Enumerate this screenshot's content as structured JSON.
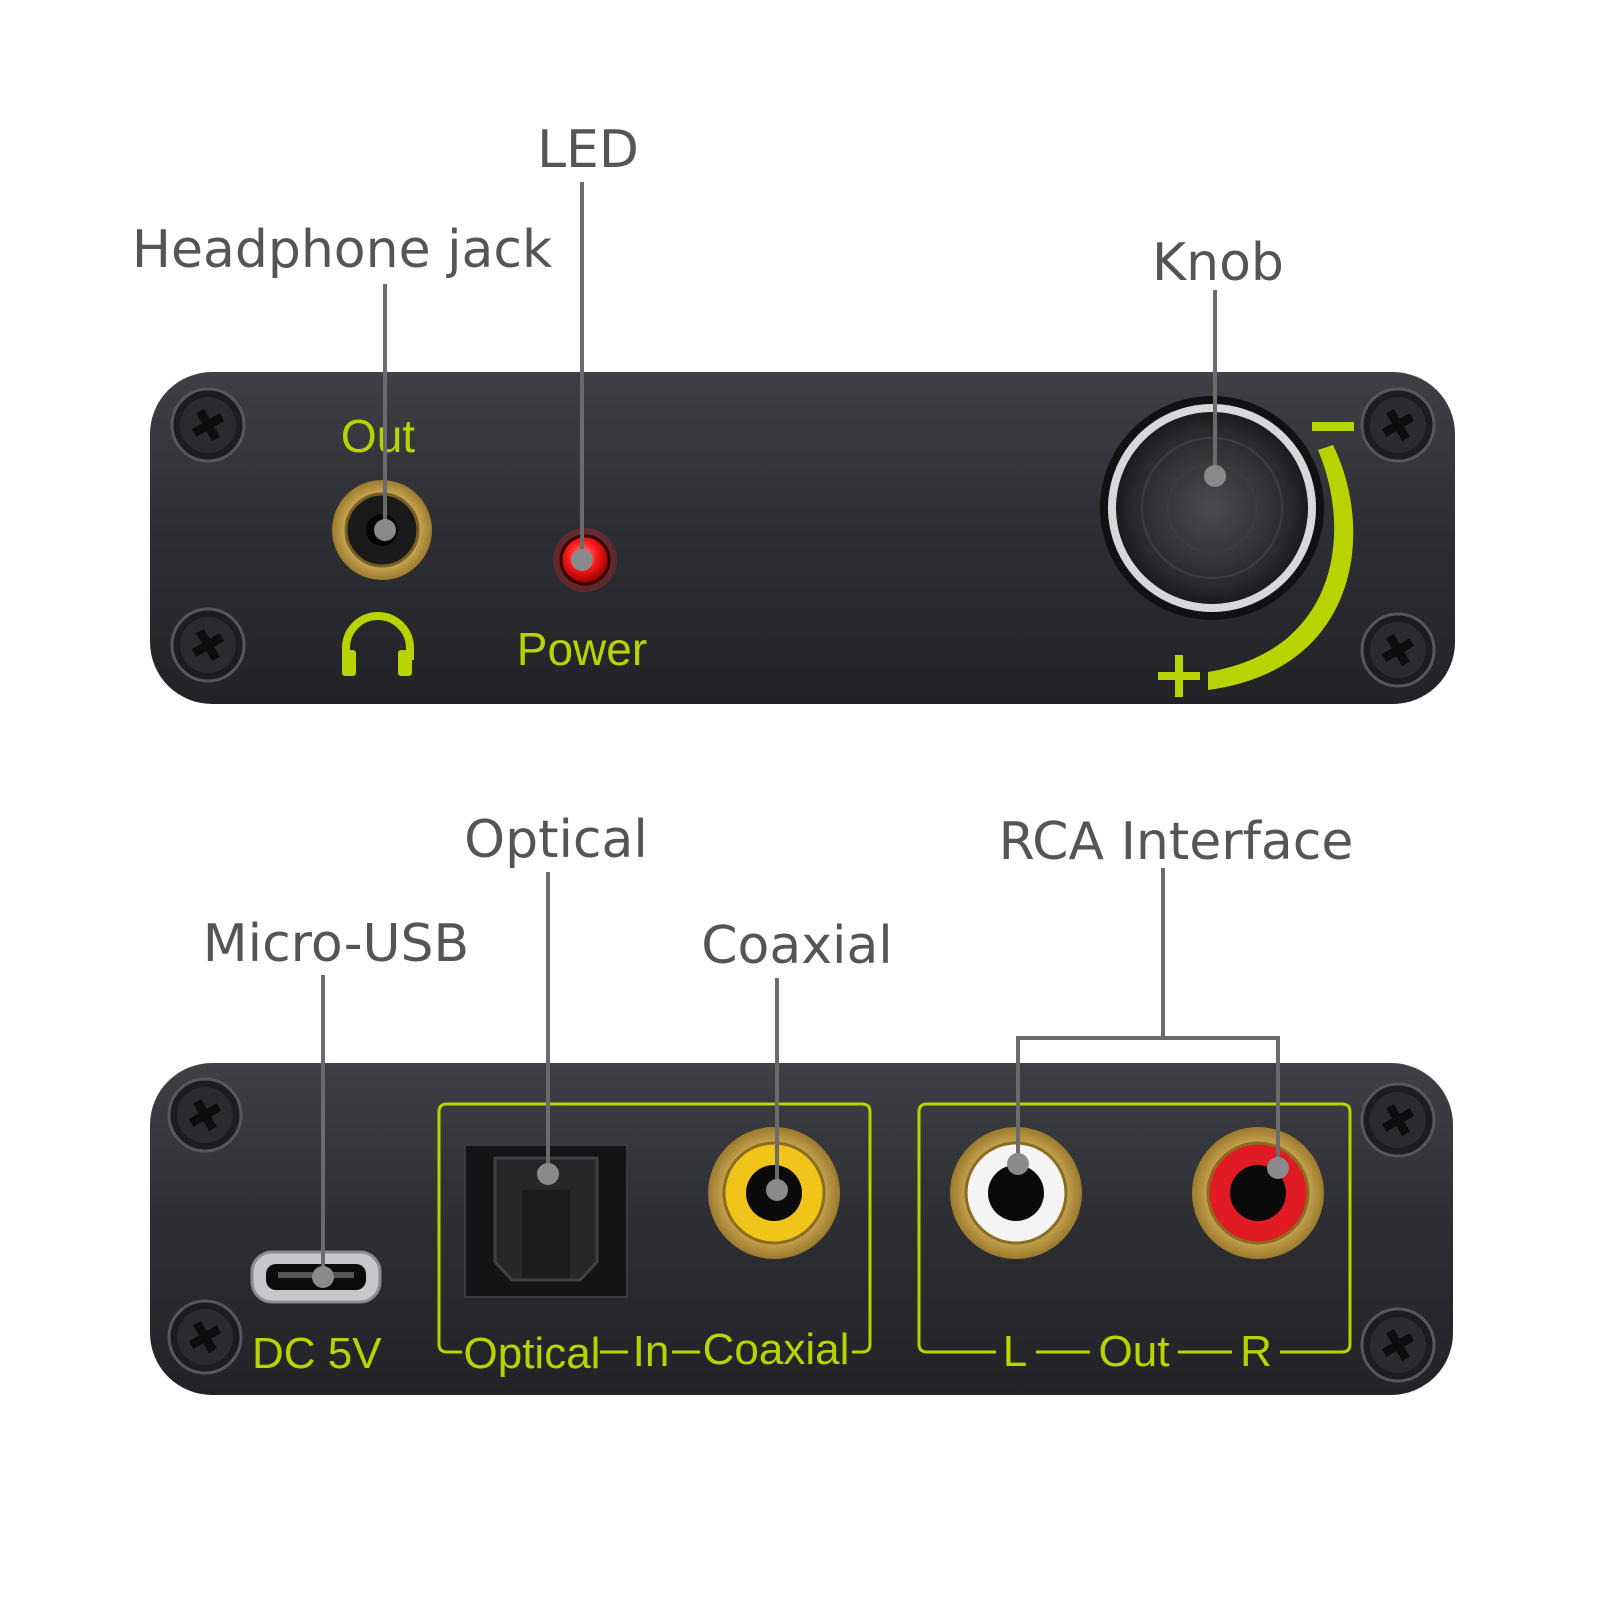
{
  "callouts": {
    "headphone_jack": "Headphone jack",
    "led": "LED",
    "knob": "Knob",
    "micro_usb": "Micro-USB",
    "optical": "Optical",
    "coaxial": "Coaxial",
    "rca_interface": "RCA Interface"
  },
  "front_panel": {
    "out": "Out",
    "power": "Power",
    "minus": "−",
    "plus": "+"
  },
  "rear_panel": {
    "dc": "DC 5V",
    "optical": "Optical",
    "in": "In",
    "coaxial": "Coaxial",
    "left": "L",
    "out": "Out",
    "right": "R"
  },
  "colors": {
    "body": "#2f3136",
    "label_green": "#b8d400",
    "callout_gray": "#555555",
    "led_red": "#ff1a1a",
    "gold": "#c9a24a",
    "rca_yellow": "#f0c419",
    "rca_white": "#f4f4f4",
    "rca_red": "#e01b24"
  },
  "icons": [
    "screw-icon",
    "headphone-icon"
  ]
}
